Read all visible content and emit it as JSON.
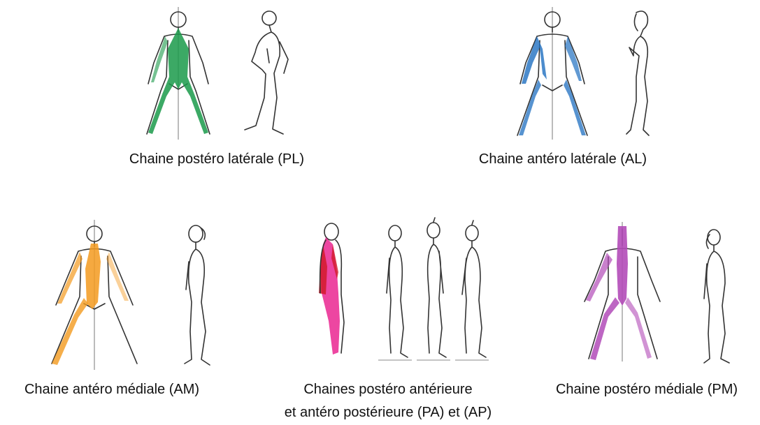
{
  "figures": [
    {
      "id": "PL",
      "caption": "Chaine postéro latérale (PL)",
      "color": "#1a9a4a"
    },
    {
      "id": "AL",
      "caption": "Chaine antéro latérale (AL)",
      "color": "#1f6fc0"
    },
    {
      "id": "AM",
      "caption": "Chaine antéro médiale (AM)",
      "color": "#f39a1e"
    },
    {
      "id": "PA_AP",
      "caption_line1": "Chaines postéro antérieure",
      "caption_line2": "et antéro postérieure (PA) et (AP)",
      "color": "#e8188a",
      "color_secondary": "#d21a2a"
    },
    {
      "id": "PM",
      "caption": "Chaine postéro médiale (PM)",
      "color": "#b24bb8"
    }
  ],
  "icons": {
    "front_figure": "front-standing-body-icon",
    "side_figure": "side-profile-body-icon"
  }
}
